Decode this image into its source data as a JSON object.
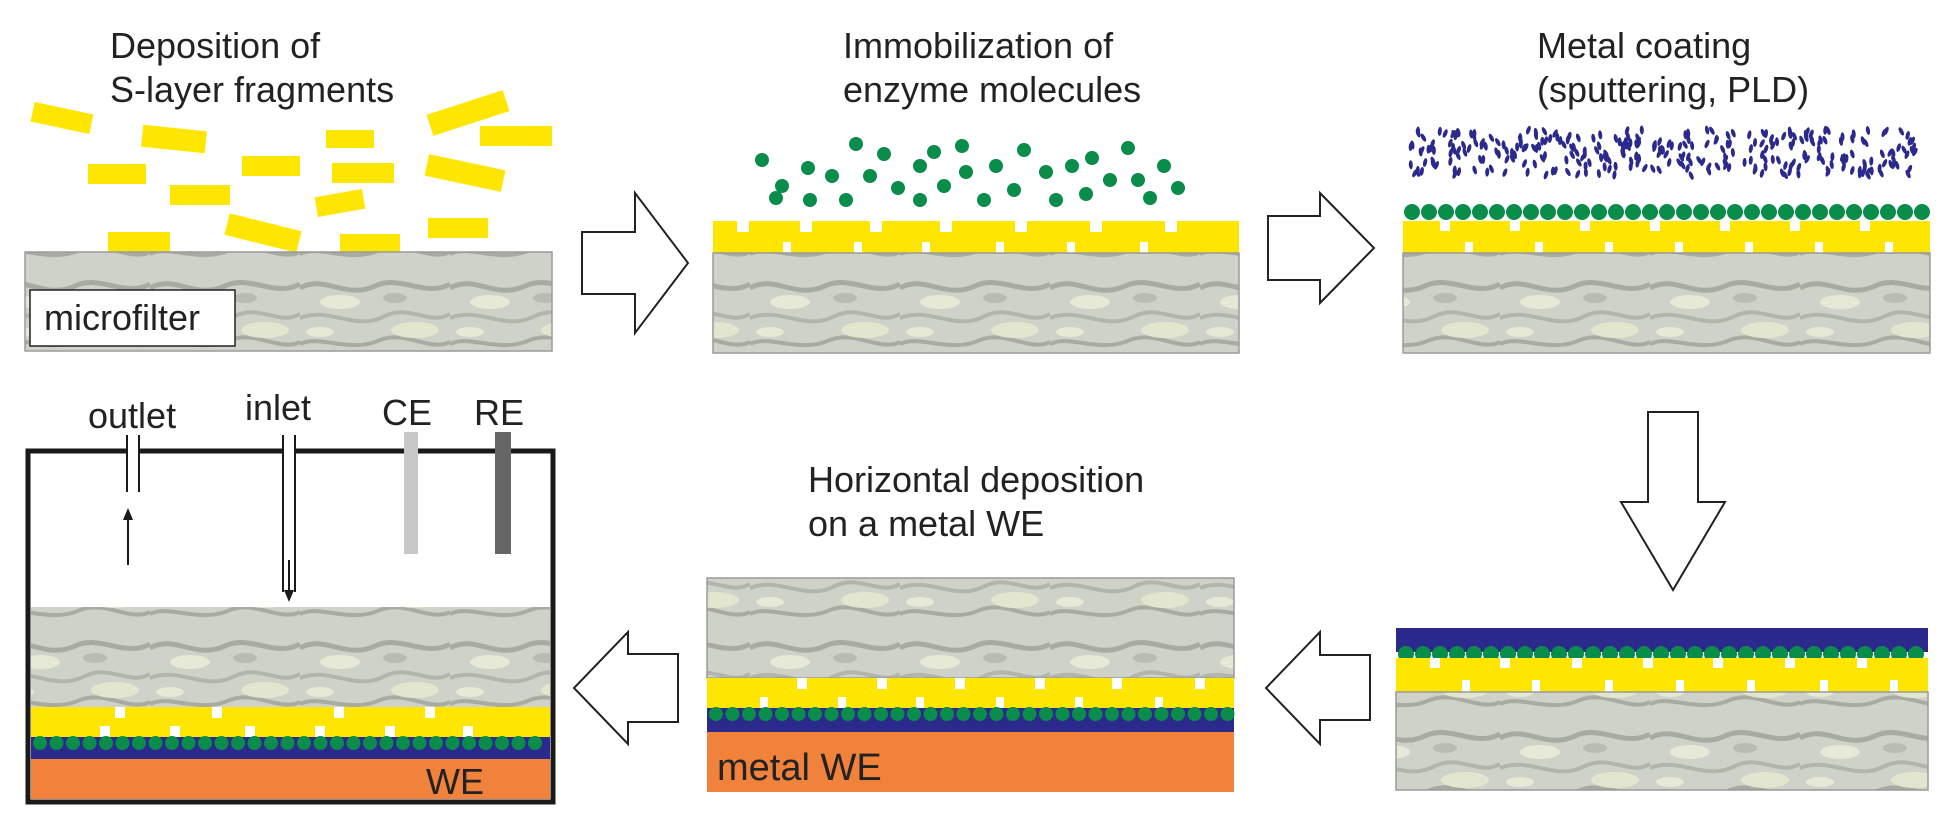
{
  "steps": {
    "s1": {
      "line1": "Deposition of",
      "line2": "S-layer fragments",
      "box_label": "microfilter"
    },
    "s2": {
      "line1": "Immobilization of",
      "line2": "enzyme molecules"
    },
    "s3": {
      "line1": "Metal coating",
      "line2": "(sputtering, PLD)"
    },
    "s5": {
      "line1": "Horizontal deposition",
      "line2": "on a metal WE",
      "metal_label": "metal WE"
    },
    "s6": {
      "outlet": "outlet",
      "inlet": "inlet",
      "ce": "CE",
      "re": "RE",
      "we": "WE"
    }
  },
  "colors": {
    "s_layer": "#ffe600",
    "enzyme": "#0a8c4a",
    "metal_coat": "#2b2a8c",
    "metal_we": "#f0823c",
    "filter": "#cfd2c8",
    "ce": "#c8c8c8",
    "re": "#666666",
    "arrow_stroke": "#222222"
  }
}
